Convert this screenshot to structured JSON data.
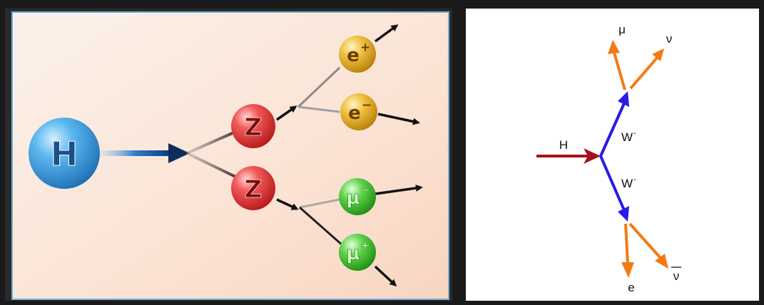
{
  "left_diagram": {
    "higgs": "H",
    "z_upper": "Z",
    "z_lower": "Z",
    "electron_plus": {
      "symbol": "e",
      "charge": "+"
    },
    "electron_minus": {
      "symbol": "e",
      "charge": "−"
    },
    "muon_minus": {
      "symbol": "μ",
      "charge": "−"
    },
    "muon_plus": {
      "symbol": "μ",
      "charge": "+"
    }
  },
  "right_diagram": {
    "higgs_label": "H",
    "w_upper": {
      "symbol": "W",
      "charge": "-"
    },
    "w_lower": {
      "symbol": "W",
      "charge": "-"
    },
    "muon_label": "μ",
    "neutrino_label": "ν",
    "electron_label": "e",
    "antineutrino_label": "ν"
  },
  "colors": {
    "higgs": "#2e8fd8",
    "z_boson": "#d92a2a",
    "electron": "#d89a10",
    "muon": "#2fae1e",
    "higgs_line": "#a3131b",
    "w_line": "#2b19e6",
    "lepton_line": "#f47a16"
  }
}
